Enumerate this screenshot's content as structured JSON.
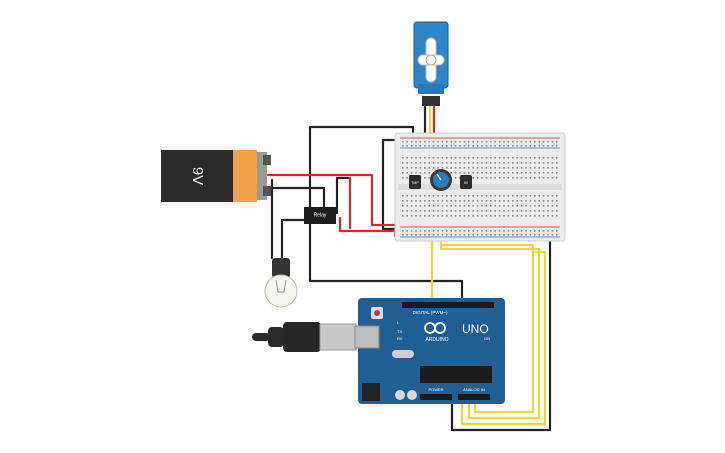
{
  "battery": {
    "label": "9V"
  },
  "relay": {
    "label": "Relay"
  },
  "sensor_left": {
    "label": "TMP"
  },
  "sensor_right": {
    "label": "5V"
  },
  "arduino": {
    "brand": "ARDUINO",
    "model": "UNO",
    "digital_header": "DIGITAL (PWM~)",
    "power_header": "POWER",
    "analog_header": "ANALOG IN",
    "tx_label": "TX",
    "rx_label": "RX",
    "l_label": "L",
    "on_label": "ON"
  },
  "colors": {
    "wire_black": "#222222",
    "wire_red": "#d62a2a",
    "wire_yellow": "#f2d43b",
    "board_blue": "#1f5f93",
    "servo_blue": "#2e86c9",
    "battery_orange": "#f0a14a"
  }
}
